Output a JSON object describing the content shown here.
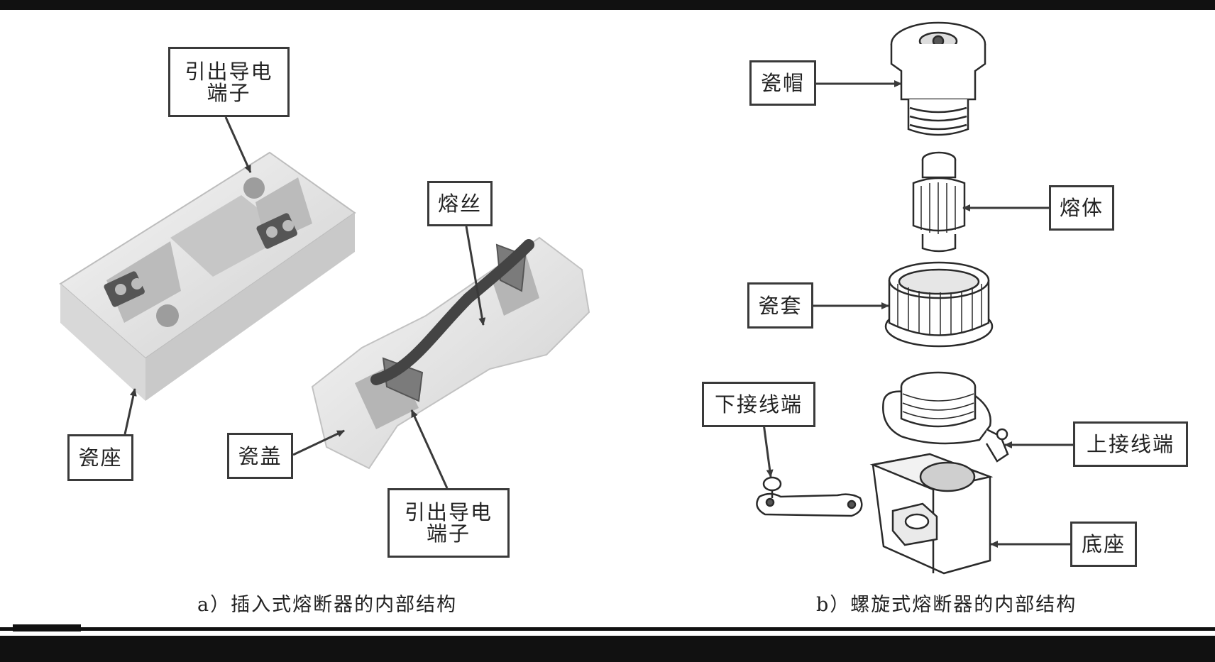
{
  "labels": {
    "a_terminal_top": "引出导电\n端子",
    "a_base": "瓷座",
    "a_fuse_wire": "熔丝",
    "a_cover": "瓷盖",
    "a_terminal_bottom": "引出导电\n端子",
    "b_cap": "瓷帽",
    "b_fuse_body": "熔体",
    "b_sleeve": "瓷套",
    "b_lower_terminal": "下接线端",
    "b_upper_terminal": "上接线端",
    "b_base": "底座"
  },
  "captions": {
    "a": "a）插入式熔断器的内部结构",
    "b": "b）螺旋式熔断器的内部结构"
  },
  "colors": {
    "porcelain": "#e9e9e9",
    "porcelain_shadow": "#bdbdbd",
    "line": "#3a3a3a",
    "rule": "#111111"
  }
}
